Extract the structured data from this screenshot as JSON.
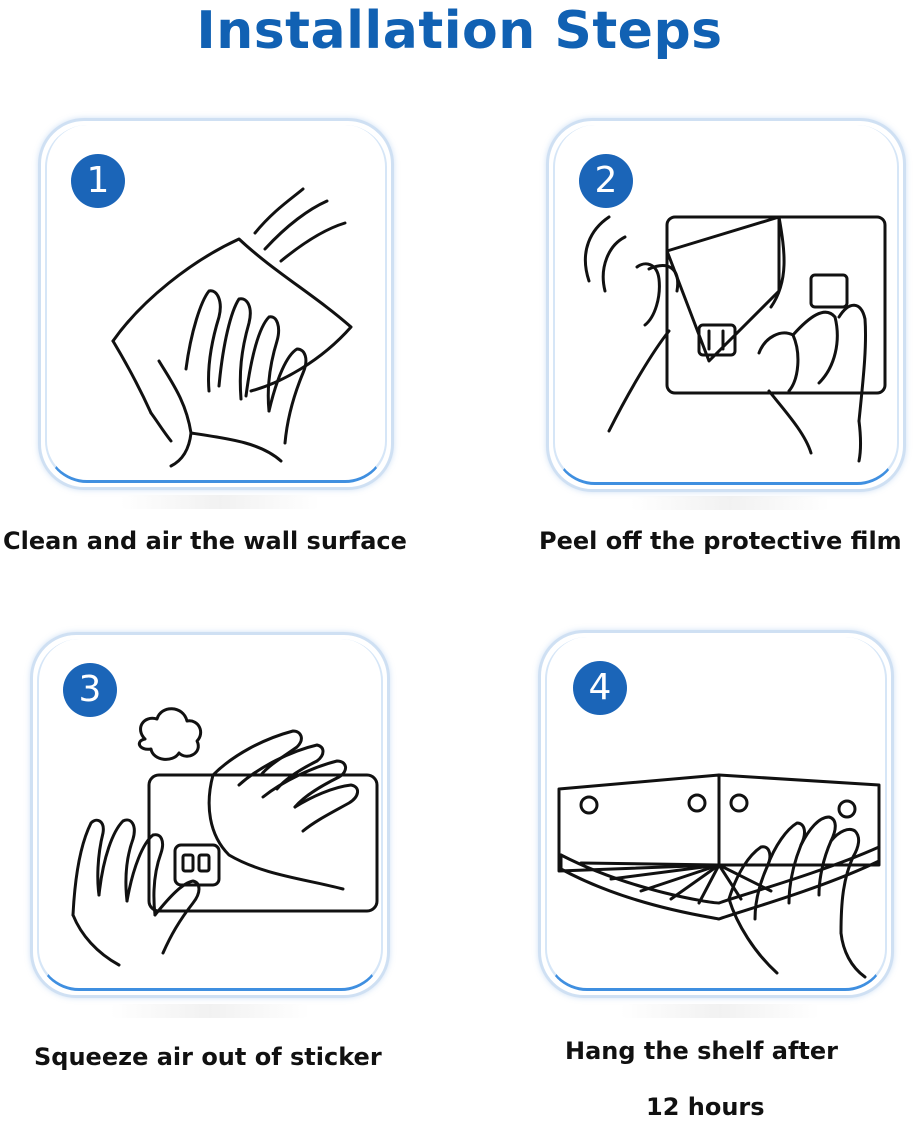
{
  "title": "Installation Steps",
  "accent_color": "#1161b3",
  "badge_color": "#1b65b8",
  "steps": [
    {
      "number": "1",
      "caption": "Clean and air the wall surface",
      "icon": "hand-wiping-cloth-icon"
    },
    {
      "number": "2",
      "caption": "Peel off the protective film",
      "icon": "peel-film-icon"
    },
    {
      "number": "3",
      "caption": "Squeeze air out of sticker",
      "icon": "press-sticker-icon"
    },
    {
      "number": "4",
      "caption_line1": "Hang the shelf after",
      "caption_line2": "12 hours",
      "icon": "corner-shelf-icon"
    }
  ]
}
